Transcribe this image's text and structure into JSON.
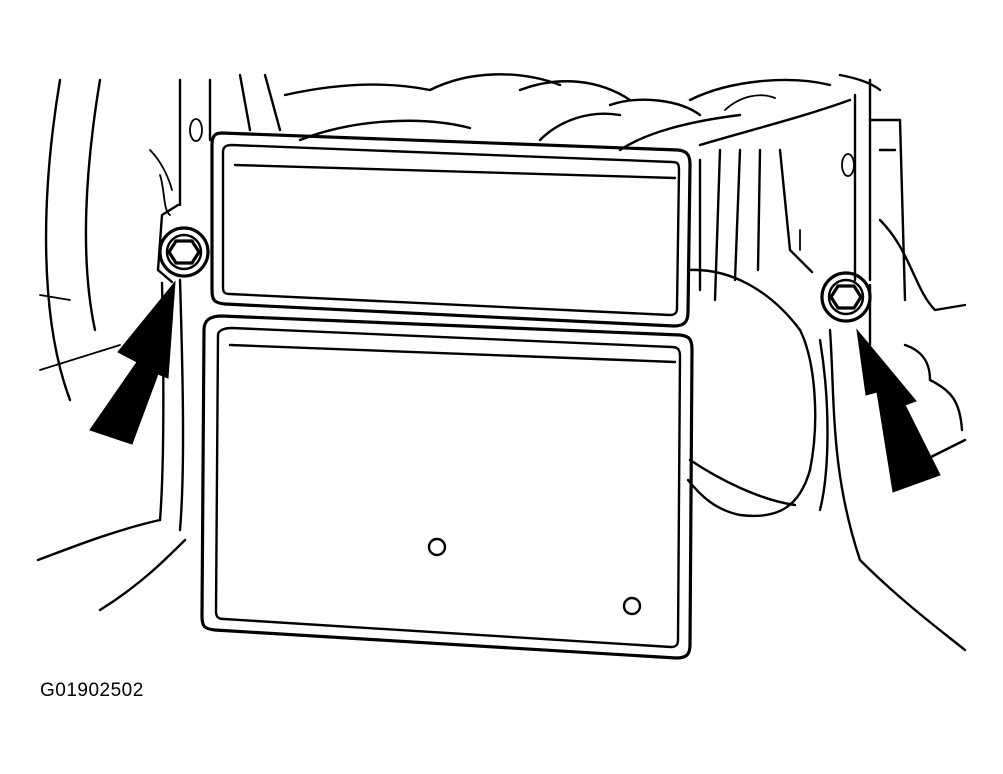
{
  "figure": {
    "id_label": "G01902502"
  },
  "colors": {
    "line": "#000000",
    "background": "#ffffff"
  },
  "callouts": [
    {
      "name": "left-bolt-arrow",
      "target": "left-bolt"
    },
    {
      "name": "right-bolt-arrow",
      "target": "right-bolt"
    }
  ]
}
